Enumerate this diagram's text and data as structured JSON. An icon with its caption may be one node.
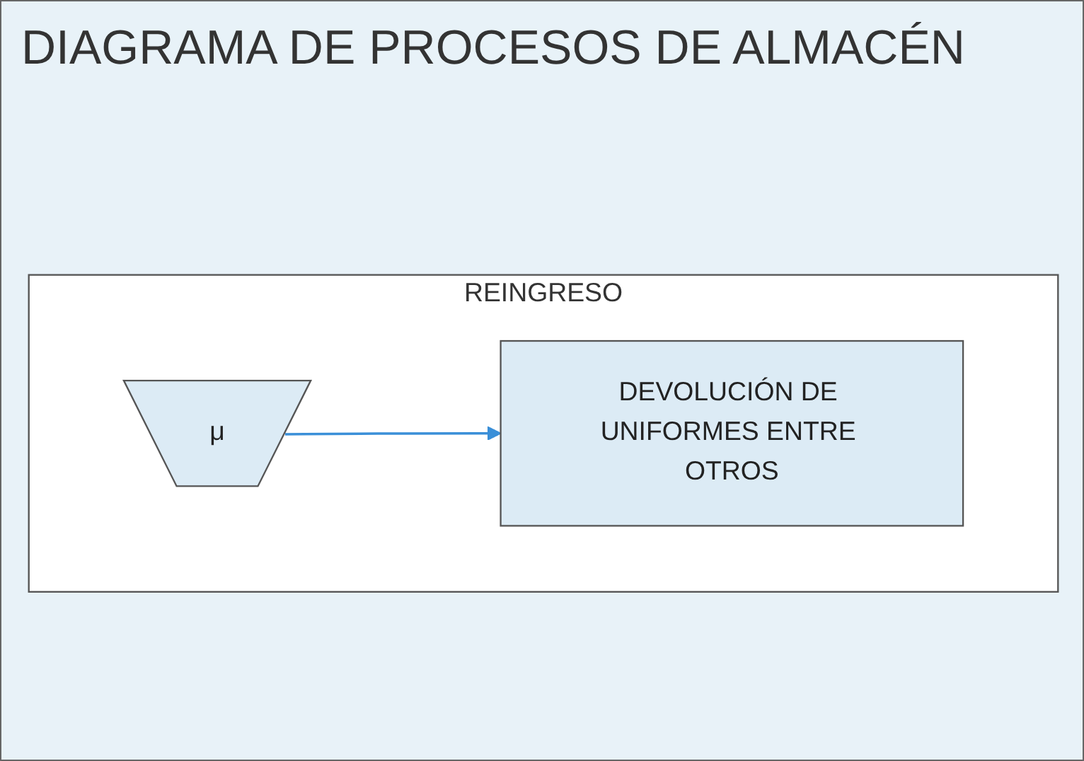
{
  "diagram": {
    "title": "DIAGRAMA DE PROCESOS DE ALMACÉN",
    "nodes": [
      {
        "text": [
          "REINGRESO"
        ]
      },
      {
        "text": [
          "μ"
        ],
        "in": 0
      },
      {
        "text": [
          "DEVOLUCIÓN DE UNIFORMES ENTRE OTROS"
        ],
        "in": 0
      }
    ],
    "edges": [
      {
        "from": 1,
        "to": 2,
        "arrow": "to"
      }
    ]
  }
}
